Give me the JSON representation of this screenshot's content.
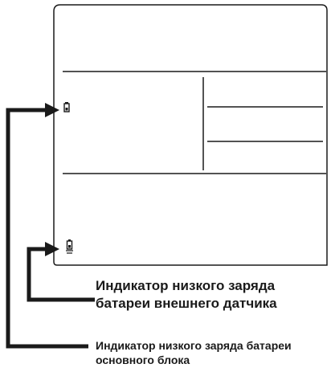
{
  "callouts": {
    "external_sensor": {
      "line1": "Индикатор низкого заряда",
      "line2": "батареи внешнего датчика"
    },
    "main_unit": {
      "line1": "Индикатор низкого заряда батареи",
      "line2": "основного блока"
    }
  },
  "icons": {
    "main_battery": "battery-low-icon",
    "sensor_battery": "sensor-battery-low-icon"
  },
  "colors": {
    "line": "#1a1a1a",
    "background": "#ffffff"
  }
}
